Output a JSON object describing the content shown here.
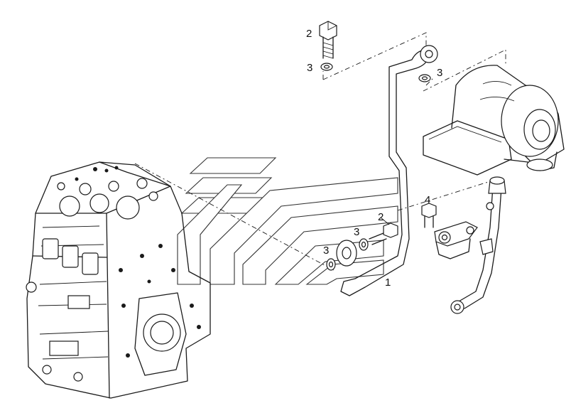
{
  "callouts": {
    "bolt_top": "2",
    "washer_top": "3",
    "washer_turbo": "3",
    "bolt_mid": "2",
    "washer_mid": "3",
    "washer_low": "3",
    "bracket_bolt": "4",
    "pipe": "1"
  },
  "colors": {
    "line": "#1a1a1a",
    "background": "#ffffff",
    "logo": "#333333"
  }
}
